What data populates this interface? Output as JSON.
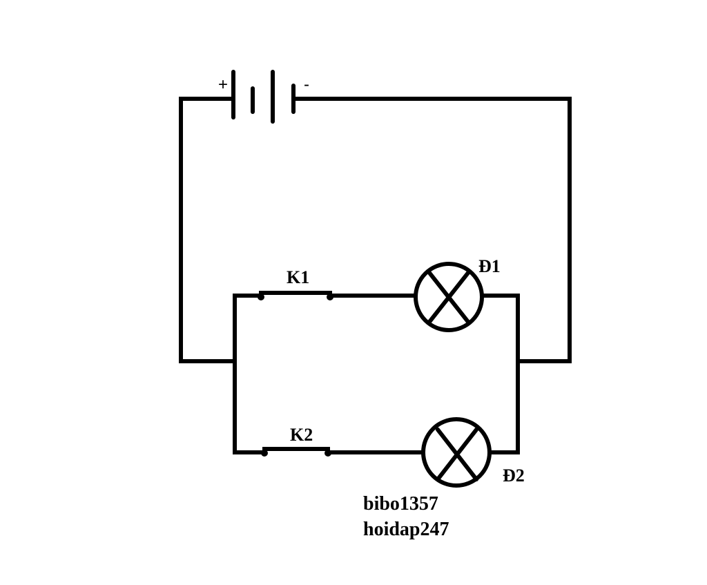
{
  "battery": {
    "plus": "+",
    "minus": "-"
  },
  "switches": {
    "k1": "K1",
    "k2": "K2"
  },
  "lamps": {
    "d1": "Đ1",
    "d2": "Đ2"
  },
  "watermark": {
    "line1": "bibo1357",
    "line2": "hoidap247"
  }
}
